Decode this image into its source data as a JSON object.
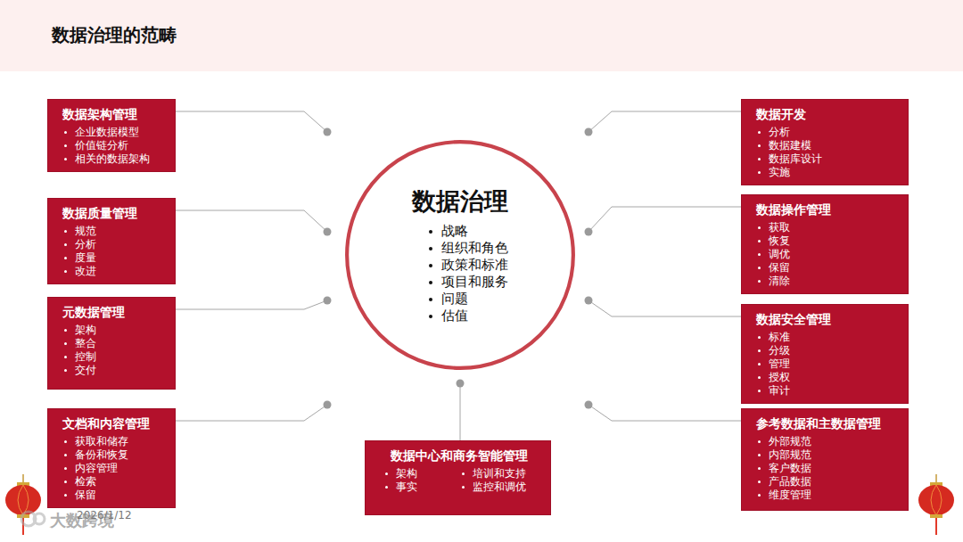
{
  "diagram": {
    "title": "数据治理的范畴",
    "nodes": [
      {
        "text": [
          "数据治理",
          "战略",
          "组织和角色",
          "政策和标准",
          "项目和服务",
          "问题",
          "估值"
        ]
      },
      {
        "text": [
          "数据架构管理",
          "企业数据模型",
          "价值链分析",
          "相关的数据架构"
        ]
      },
      {
        "text": [
          "数据质量管理",
          "规范",
          "分析",
          "度量",
          "改进"
        ]
      },
      {
        "text": [
          "元数据管理",
          "架构",
          "整合",
          "控制",
          "交付"
        ]
      },
      {
        "text": [
          "文档和内容管理",
          "获取和储存",
          "备份和恢复",
          "内容管理",
          "检索",
          "保留"
        ]
      },
      {
        "text": [
          "数据开发",
          "分析",
          "数据建模",
          "数据库设计",
          "实施"
        ]
      },
      {
        "text": [
          "数据操作管理",
          "获取",
          "恢复",
          "调优",
          "保留",
          "清除"
        ]
      },
      {
        "text": [
          "数据安全管理",
          "标准",
          "分级",
          "管理",
          "授权",
          "审计"
        ]
      },
      {
        "text": [
          "参考数据和主数据管理",
          "外部规范",
          "内部规范",
          "客户数据",
          "产品数据",
          "维度管理"
        ]
      },
      {
        "text": [
          "数据中心和商务智能管理",
          "架构",
          "事实",
          "培训和支持",
          "监控和调优"
        ]
      }
    ],
    "edges": [
      {
        "from": 1,
        "to": 0,
        "arrow": "none"
      },
      {
        "from": 2,
        "to": 0,
        "arrow": "none"
      },
      {
        "from": 3,
        "to": 0,
        "arrow": "none"
      },
      {
        "from": 4,
        "to": 0,
        "arrow": "none"
      },
      {
        "from": 5,
        "to": 0,
        "arrow": "none"
      },
      {
        "from": 6,
        "to": 0,
        "arrow": "none"
      },
      {
        "from": 7,
        "to": 0,
        "arrow": "none"
      },
      {
        "from": 8,
        "to": 0,
        "arrow": "none"
      },
      {
        "from": 9,
        "to": 0,
        "arrow": "none"
      }
    ],
    "labels": [
      "2026/1/12",
      "大数跨境"
    ]
  }
}
